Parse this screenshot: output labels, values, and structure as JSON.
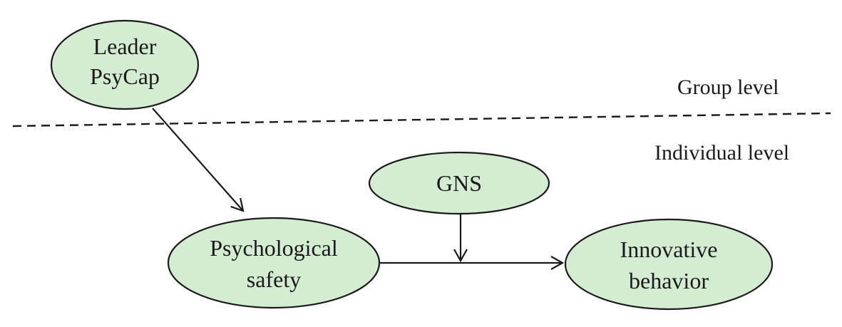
{
  "colors": {
    "node_fill": "#d4ecd2",
    "stroke": "#1a1a1a",
    "background": "#ffffff"
  },
  "levels": {
    "group": "Group level",
    "individual": "Individual level"
  },
  "nodes": {
    "leader_psycap": {
      "line1": "Leader",
      "line2": "PsyCap"
    },
    "gns": {
      "label": "GNS"
    },
    "psychological_safety": {
      "line1": "Psychological",
      "line2": "safety"
    },
    "innovative_behavior": {
      "line1": "Innovative",
      "line2": "behavior"
    }
  },
  "edges": [
    {
      "from": "leader_psycap",
      "to": "psychological_safety"
    },
    {
      "from": "psychological_safety",
      "to": "innovative_behavior"
    },
    {
      "from": "gns",
      "to": "psychological_safety-innovative_behavior-path",
      "type": "moderation"
    }
  ]
}
